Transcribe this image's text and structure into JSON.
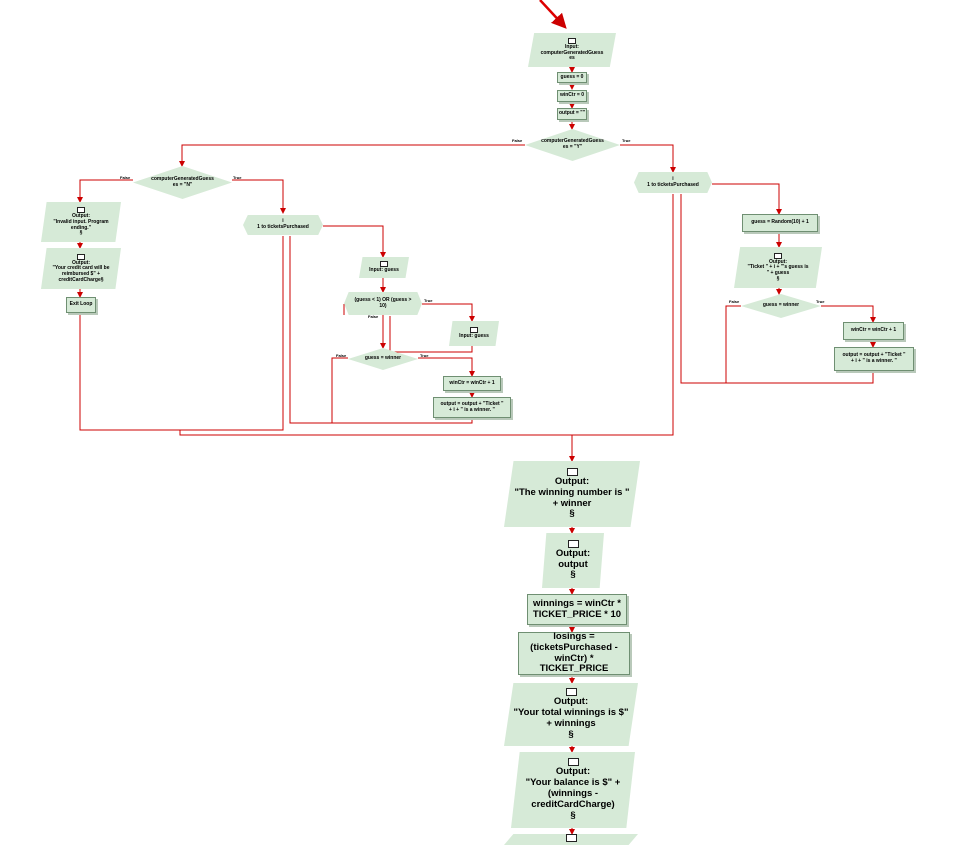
{
  "nodes": {
    "input_cgg": {
      "head": "Input:",
      "text": "computerGeneratedGuess\nes"
    },
    "guess_init": {
      "text": "guess = 0"
    },
    "winctr_init": {
      "text": "winCtr = 0"
    },
    "output_init": {
      "text": "output = \"\""
    },
    "dec_y": {
      "text": "computerGeneratedGuess\nes = \"Y\""
    },
    "dec_n": {
      "text": "computerGeneratedGuess\nes = \"N\""
    },
    "out_invalid": {
      "head": "Output:",
      "text": "\"Invalid input.  Program\nending.\"\n§"
    },
    "out_reimburse": {
      "head": "Output:",
      "text": "\"Your credit card will be\nreimbursed $\" +\ncreditCardCharge§"
    },
    "exit_loop": {
      "text": "Exit Loop"
    },
    "loop_mid": {
      "var": "i",
      "text": "1 to ticketsPurchased"
    },
    "input_guess_1": {
      "text": "Input: guess"
    },
    "dec_range": {
      "text": "(guess < 1) OR (guess >\n10)"
    },
    "input_guess_2": {
      "text": "Input: guess"
    },
    "dec_winner_mid": {
      "text": "guess = winner"
    },
    "winctr_inc_mid": {
      "text": "winCtr = winCtr + 1"
    },
    "output_append_mid": {
      "text": "output = output + \"Ticket \"\n+ i + \" is a winner.  \""
    },
    "loop_right": {
      "var": "i",
      "text": "1 to ticketsPurchased"
    },
    "guess_random": {
      "text": "guess = Random(10) + 1"
    },
    "out_ticket_guess": {
      "head": "Output:",
      "text": "\"Ticket \" + i + \"'s guess is\n\" + guess\n§"
    },
    "dec_winner_right": {
      "text": "guess = winner"
    },
    "winctr_inc_right": {
      "text": "winCtr = winCtr + 1"
    },
    "output_append_right": {
      "text": "output = output + \"Ticket \"\n+ i + \" is a winner.  \""
    },
    "out_winning_number": {
      "head": "Output:",
      "text": "\"The winning number is \"\n+ winner\n§"
    },
    "out_output": {
      "head": "Output:",
      "text": "output\n§"
    },
    "winnings_calc": {
      "text": "winnings = winCtr *\nTICKET_PRICE * 10"
    },
    "losings_calc": {
      "text": "losings =\n(ticketsPurchased -\nwinCtr) * TICKET_PRICE"
    },
    "out_total_winnings": {
      "head": "Output:",
      "text": "\"Your total winnings is $\"\n+ winnings\n§"
    },
    "out_balance": {
      "head": "Output:",
      "text": "\"Your balance is $\" +\n(winnings -\ncreditCardCharge)\n§"
    }
  },
  "branch_labels": {
    "false_label": "False",
    "true_label": "True"
  },
  "colors": {
    "node_fill": "#d6ead7",
    "connector": "#cc0000",
    "arrow_accent": "#dd0000"
  }
}
